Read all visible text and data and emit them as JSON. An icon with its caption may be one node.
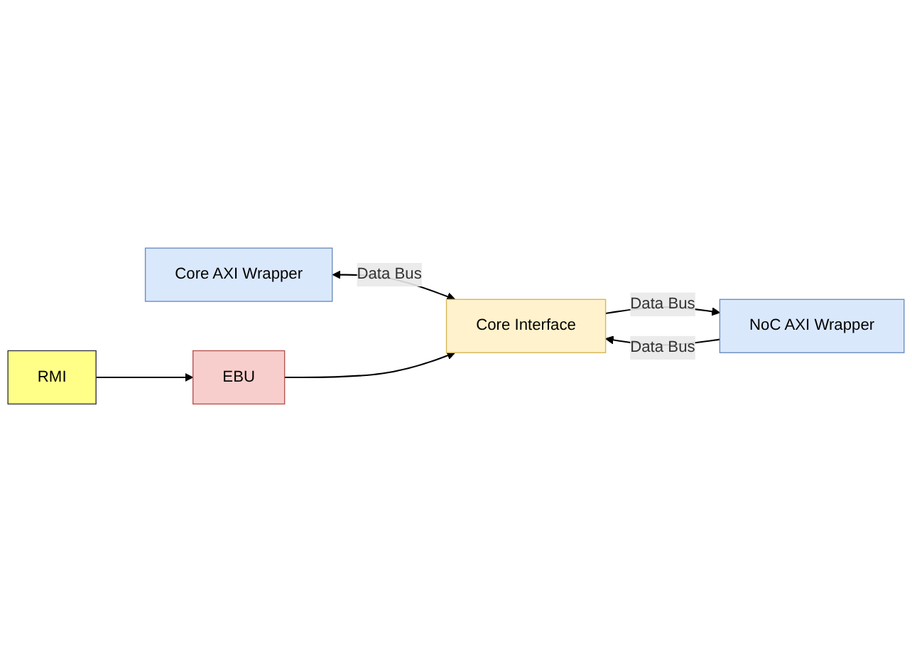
{
  "diagram": {
    "nodes": [
      {
        "text": [
          "Core AXI Wrapper"
        ]
      },
      {
        "text": [
          "Core Interface"
        ]
      },
      {
        "text": [
          "EBU"
        ]
      },
      {
        "text": [
          "RMI"
        ]
      },
      {
        "text": [
          "NoC AXI Wrapper"
        ]
      }
    ],
    "edges": [
      {
        "from": 0,
        "to": 1,
        "arrow": "both",
        "label": "Data Bus"
      },
      {
        "from": 1,
        "to": 4,
        "arrow": "to",
        "label": "Data Bus"
      },
      {
        "from": 2,
        "to": 1,
        "arrow": "to"
      },
      {
        "from": 3,
        "to": 2,
        "arrow": "to"
      },
      {
        "from": 4,
        "to": 1,
        "arrow": "to",
        "label": "Data Bus"
      }
    ]
  }
}
